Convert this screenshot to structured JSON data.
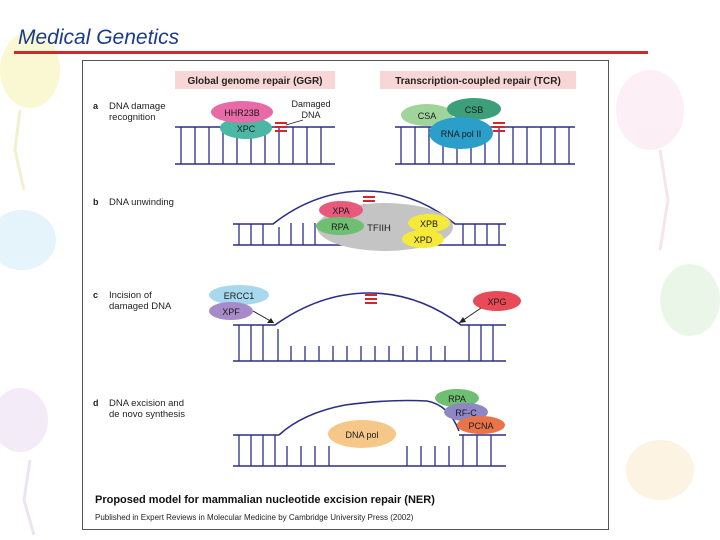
{
  "slide": {
    "title": "Medical Genetics"
  },
  "headers": {
    "ggr": "Global genome repair (GGR)",
    "tcr": "Transcription-coupled repair (TCR)"
  },
  "steps": {
    "a": {
      "letter": "a",
      "line1": "DNA damage",
      "line2": "recognition"
    },
    "b": {
      "letter": "b",
      "line1": "DNA unwinding"
    },
    "c": {
      "letter": "c",
      "line1": "Incision of",
      "line2": "damaged DNA"
    },
    "d": {
      "letter": "d",
      "line1": "DNA excision and",
      "line2": "de novo synthesis"
    }
  },
  "labels": {
    "damaged_line1": "Damaged",
    "damaged_line2": "DNA"
  },
  "proteins": {
    "hhr23b": "HHR23B",
    "xpc": "XPC",
    "csa": "CSA",
    "csb": "CSB",
    "rnapol": "RNA pol II",
    "xpa": "XPA",
    "rpa_b": "RPA",
    "tfiih": "TFIIH",
    "xpb": "XPB",
    "xpd": "XPD",
    "ercc1": "ERCC1",
    "xpf": "XPF",
    "xpg": "XPG",
    "rpa_d": "RPA",
    "rfc": "RF-C",
    "pcna": "PCNA",
    "dnapol": "DNA pol"
  },
  "caption": {
    "title": "Proposed model for mammalian nucleotide excision repair (NER)",
    "credit": "Published in Expert Reviews in Molecular Medicine by Cambridge University Press (2002)"
  },
  "colors": {
    "title": "#1a3a8c",
    "rule": "#cc2b2b",
    "dna": "#2b2e86",
    "header_bg": "#f9d6d6",
    "lesion": "#d2282d",
    "hhr23b": "#e86aa6",
    "xpc": "#4bb7a4",
    "csa": "#9fd49a",
    "csb": "#3d9e7a",
    "rnapol": "#2b9ec9",
    "tfiih": "#c4c4c4",
    "xpa": "#e85a7c",
    "rpa": "#6fbf73",
    "xpb": "#f5ea3a",
    "xpd": "#f5ea3a",
    "ercc1": "#a8d8ee",
    "xpf": "#a78bc9",
    "xpg": "#e84a58",
    "rfc": "#8f86c4",
    "pcna": "#e8754a",
    "dnapol": "#f5c88a"
  }
}
